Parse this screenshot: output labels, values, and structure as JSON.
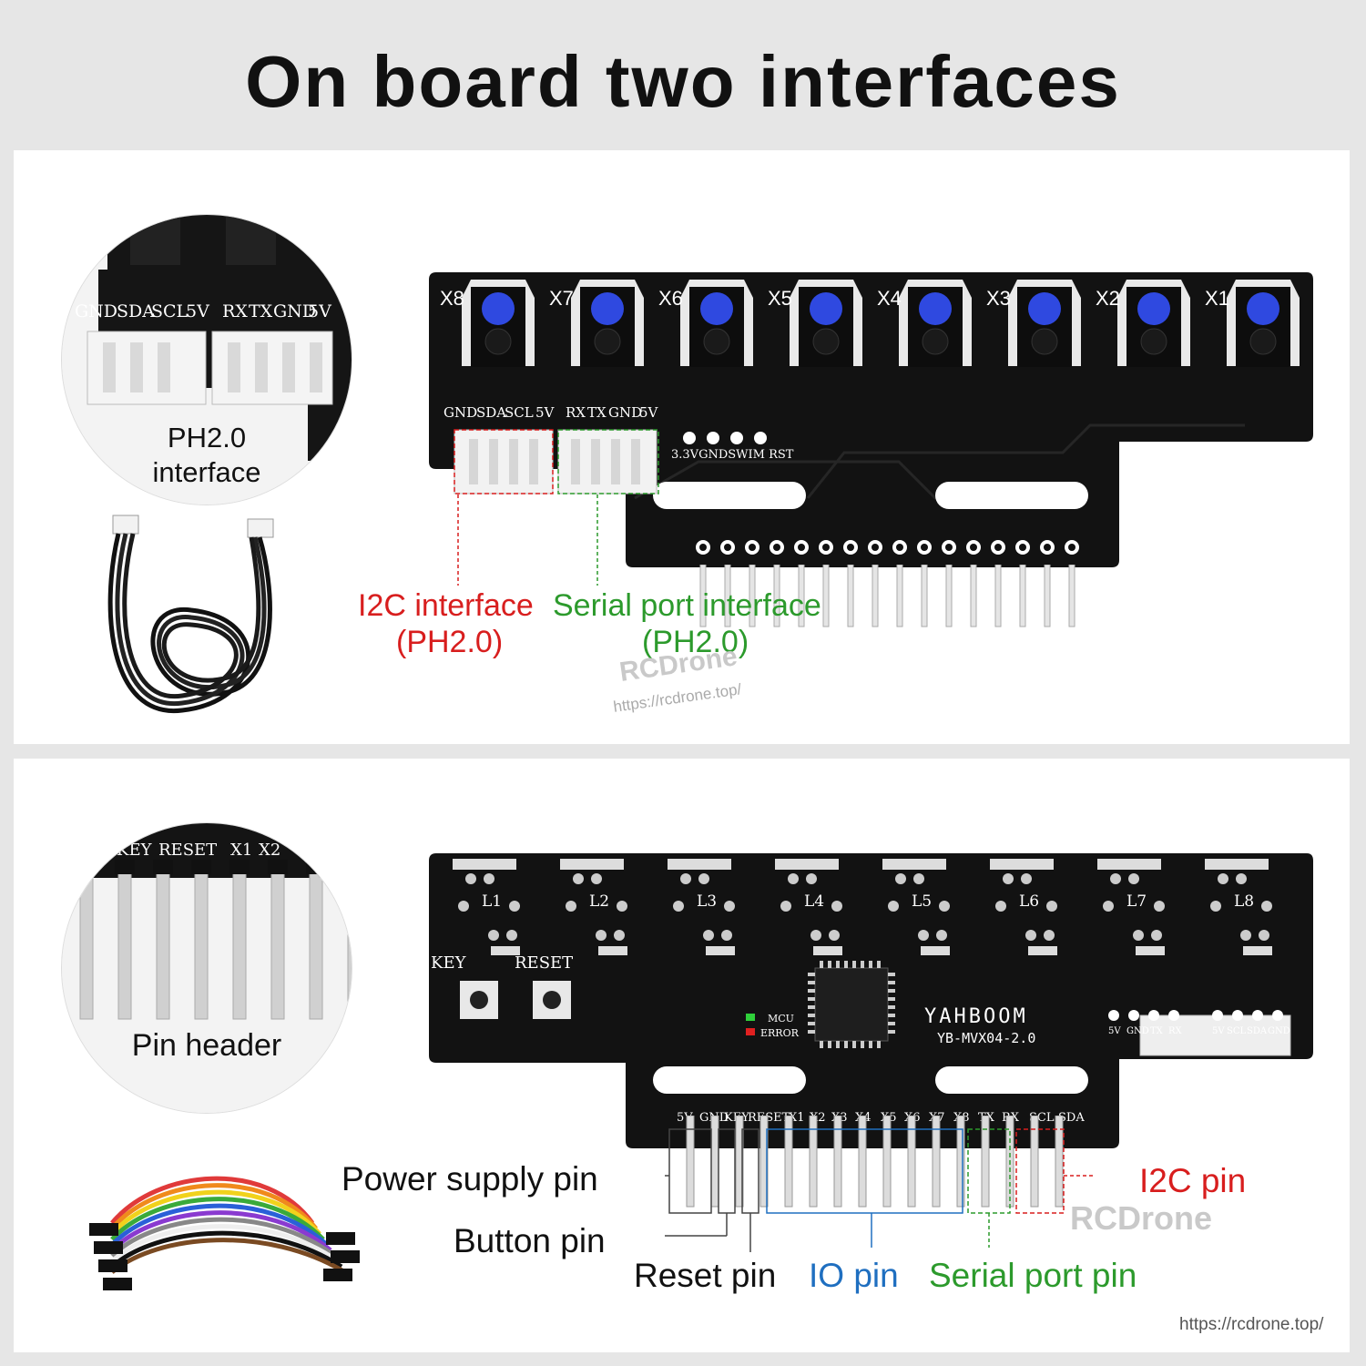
{
  "title": "On board two interfaces",
  "top": {
    "circle_labels": [
      "GND",
      "SDA",
      "SCL",
      "5V",
      "RX",
      "TX",
      "GND",
      "5V"
    ],
    "circle_caption_line1": "PH2.0",
    "circle_caption_line2": "interface",
    "sensor_labels": [
      "X8",
      "X7",
      "X6",
      "X5",
      "X4",
      "X3",
      "X2",
      "X1"
    ],
    "connector_labels": [
      "GND",
      "SDA",
      "SCL",
      "5V",
      "RX",
      "TX",
      "GND",
      "5V"
    ],
    "debug_labels": "3.3VGNDSWIM RST",
    "i2c_label_line1": "I2C interface",
    "i2c_label_line2": "(PH2.0)",
    "serial_label_line1": "Serial port interface",
    "serial_label_line2": "(PH2.0)",
    "watermark": "RCDrone",
    "watermark_url": "https://rcdrone.top/"
  },
  "bottom": {
    "circle_labels": [
      "D",
      "KEY",
      "RESET",
      "X1",
      "X2"
    ],
    "circle_caption": "Pin header",
    "led_labels": [
      "L1",
      "L2",
      "L3",
      "L4",
      "L5",
      "L6",
      "L7",
      "L8"
    ],
    "board_brand": "YAHBOOM",
    "board_model": "YB-MVX04-2.0",
    "key_label": "KEY",
    "reset_label": "RESET",
    "mcu_label": "MCU",
    "error_label": "ERROR",
    "right_connector_1": [
      "5V",
      "GND",
      "TX",
      "RX"
    ],
    "right_connector_2": [
      "5V",
      "SCL",
      "SDA",
      "GND"
    ],
    "header_labels": [
      "5V",
      "GND",
      "KEY",
      "RESET",
      "X1",
      "X2",
      "X3",
      "X4",
      "X5",
      "X6",
      "X7",
      "X8",
      "TX",
      "RX",
      "SCL",
      "SDA"
    ],
    "power_label": "Power supply pin",
    "button_label": "Button pin",
    "reset_pin_label": "Reset pin",
    "io_label": "IO pin",
    "serial_label": "Serial port pin",
    "i2c_label": "I2C pin",
    "watermark": "RCDrone",
    "url": "https://rcdrone.top/"
  },
  "colors": {
    "red": "#d81e1e",
    "green": "#2c9a2c",
    "blue": "#1f6fc0",
    "pcb": "#121212",
    "sensor_led": "#2f49e0"
  }
}
